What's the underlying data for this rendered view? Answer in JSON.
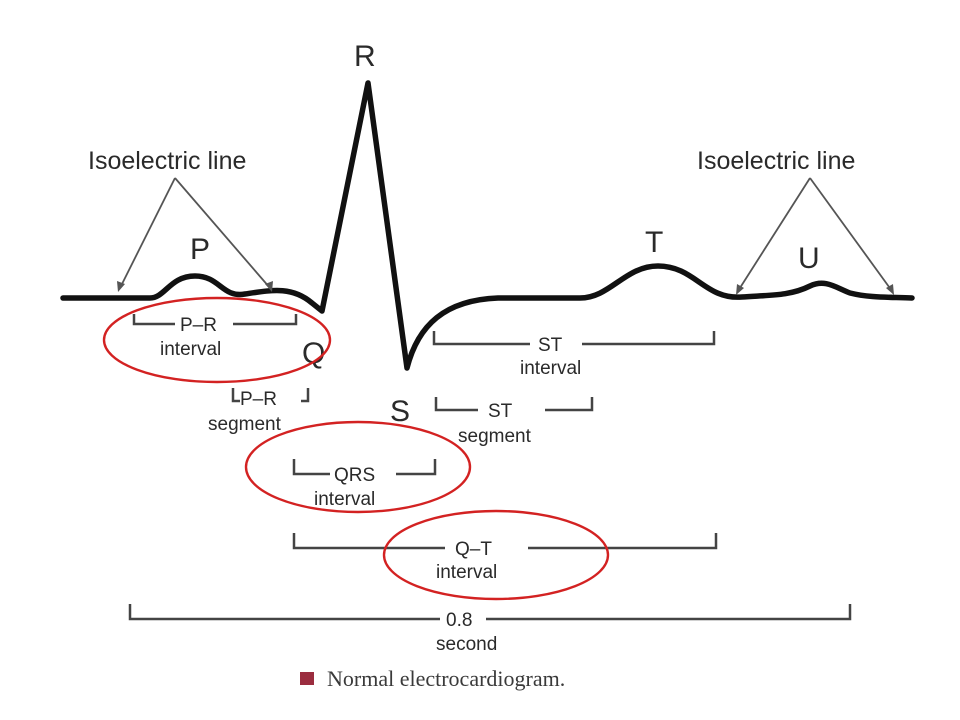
{
  "waves": {
    "p": "P",
    "q": "Q",
    "r": "R",
    "s": "S",
    "t": "T",
    "u": "U"
  },
  "isoelectric": {
    "left": "Isoelectric line",
    "right": "Isoelectric line"
  },
  "intervals": {
    "pr_interval": {
      "name": "P–R",
      "word": "interval"
    },
    "pr_segment": {
      "name": "P–R",
      "word": "segment"
    },
    "qrs_interval": {
      "name": "QRS",
      "word": "interval"
    },
    "st_interval": {
      "name": "ST",
      "word": "interval"
    },
    "st_segment": {
      "name": "ST",
      "word": "segment"
    },
    "qt_interval": {
      "name": "Q–T",
      "word": "interval"
    },
    "duration": {
      "value": "0.8",
      "unit": "second"
    }
  },
  "caption": {
    "text": "Normal electrocardiogram.",
    "marker_color": "#9b2d3f"
  },
  "colors": {
    "trace": "#111111",
    "highlight": "#d32222"
  }
}
